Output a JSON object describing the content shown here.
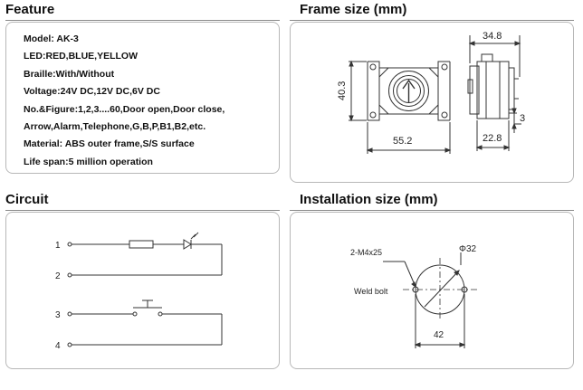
{
  "sections": {
    "feature": "Feature",
    "frame": "Frame size (mm)",
    "circuit": "Circuit",
    "installation": "Installation size (mm)"
  },
  "features": [
    "Model: AK-3",
    "LED:RED,BLUE,YELLOW",
    "Braille:With/Without",
    "Voltage:24V DC,12V DC,6V DC",
    "No.&Figure:1,2,3....60,Door open,Door close,",
    "Arrow,Alarm,Telephone,G,B,P,B1,B2,etc.",
    "Material: ABS outer frame,S/S surface",
    "Life span:5 million operation"
  ],
  "frame": {
    "width": "55.2",
    "height": "40.3",
    "depth": "34.8",
    "depth_body": "22.8",
    "panel": "3"
  },
  "circuit": {
    "pins": [
      "1",
      "2",
      "3",
      "4"
    ]
  },
  "installation": {
    "screw": "2-M4x25",
    "hole": "Φ32",
    "bolt": "Weld bolt",
    "spacing": "42"
  },
  "colors": {
    "line": "#333333",
    "border": "#b8b8b8"
  }
}
